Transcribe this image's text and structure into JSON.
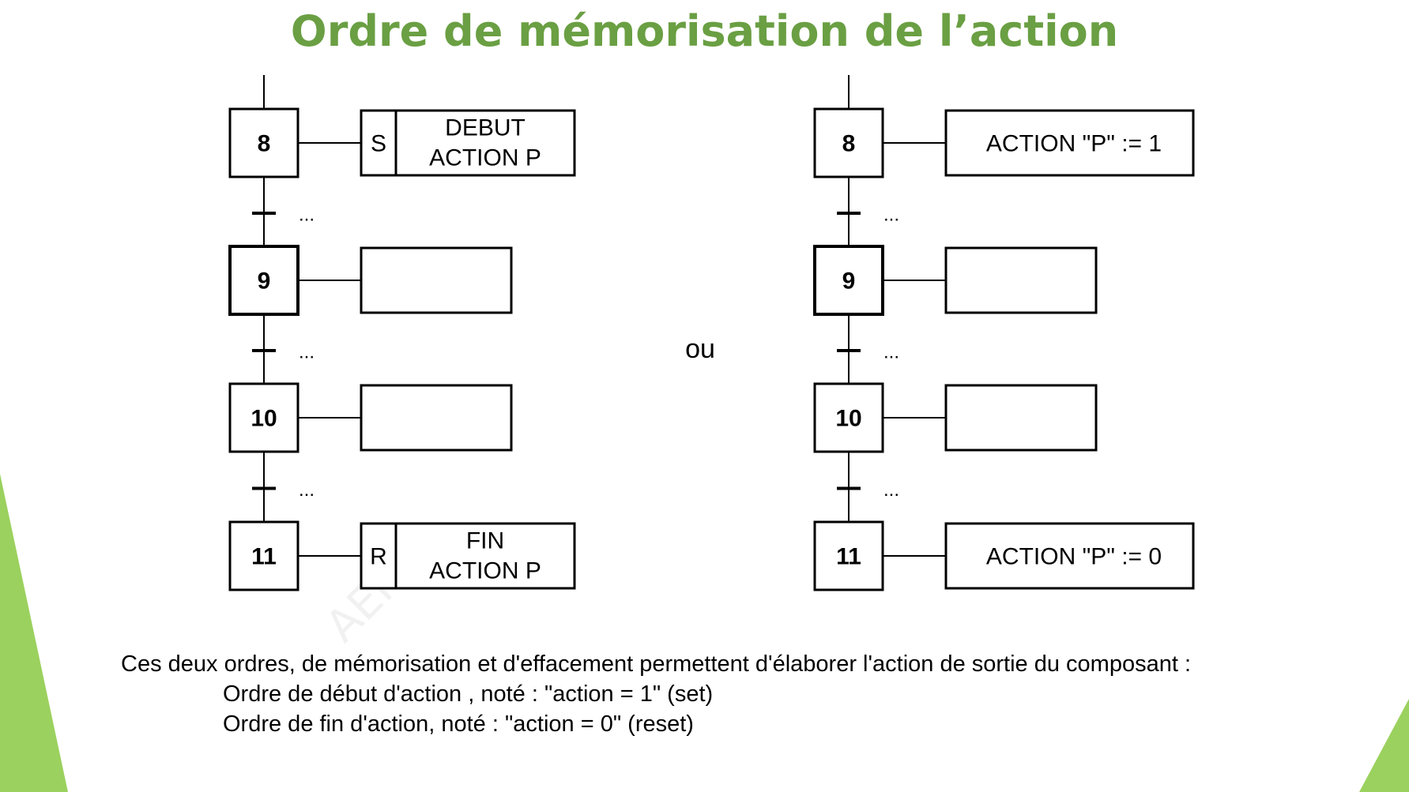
{
  "title": "Ordre de mémorisation de l’action",
  "colors": {
    "title": "#6a9f43",
    "accent_green": "#9bd15e",
    "line": "#000000"
  },
  "separator_label": "ou",
  "ellipsis": "...",
  "left_grafcet": {
    "steps": [
      {
        "number": "8",
        "qualifier": "S",
        "action_lines": [
          "DEBUT",
          "ACTION P"
        ]
      },
      {
        "number": "9",
        "qualifier": "",
        "action_lines": []
      },
      {
        "number": "10",
        "qualifier": "",
        "action_lines": []
      },
      {
        "number": "11",
        "qualifier": "R",
        "action_lines": [
          "FIN",
          "ACTION P"
        ]
      }
    ]
  },
  "right_grafcet": {
    "steps": [
      {
        "number": "8",
        "action": "ACTION \"P\" := 1"
      },
      {
        "number": "9",
        "action": ""
      },
      {
        "number": "10",
        "action": ""
      },
      {
        "number": "11",
        "action": "ACTION \"P\" := 0"
      }
    ]
  },
  "description": {
    "line1": "Ces deux ordres, de mémorisation et d'effacement permettent d'élaborer l'action de sortie du composant :",
    "line2": "Ordre de début d'action , noté : \"action = 1\" (set)",
    "line3": "Ordre de fin d'action, noté : \"action = 0\" (reset)"
  },
  "watermark": "AEI"
}
